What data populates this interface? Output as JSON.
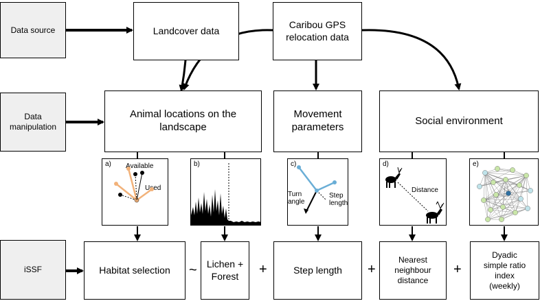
{
  "rows": {
    "data_source": "Data source",
    "data_manipulation": "Data\nmanipulation",
    "issf": "iSSF"
  },
  "top": {
    "landcover": "Landcover data",
    "caribou": "Caribou GPS\nrelocation data"
  },
  "middle": {
    "animal_locations": "Animal locations on the\nlandscape",
    "movement": "Movement\nparameters",
    "social": "Social environment"
  },
  "panels": {
    "a": {
      "letter": "a)",
      "available": "Available",
      "used": "Used"
    },
    "b": {
      "letter": "b)"
    },
    "c": {
      "letter": "c)",
      "turn": "Turn\nangle",
      "step": "Step\nlength"
    },
    "d": {
      "letter": "d)",
      "distance": "Distance"
    },
    "e": {
      "letter": "e)"
    }
  },
  "bottom": {
    "habitat": "Habitat selection",
    "lichen": "Lichen +\nForest",
    "step": "Step length",
    "nearest": "Nearest\nneighbour\ndistance",
    "dyadic": "Dyadic\nsimple ratio\nindex\n(weekly)"
  },
  "operators": {
    "tilde": "~",
    "plus1": "+",
    "plus2": "+",
    "plus3": "+"
  },
  "colors": {
    "available_line": "#f2b27a",
    "used_line": "#f2b27a",
    "turn_line": "#6aaed6",
    "node_fill": "#c9e6a8",
    "node_dark": "#2e6fa0",
    "node_mid": "#bfe3ea"
  }
}
